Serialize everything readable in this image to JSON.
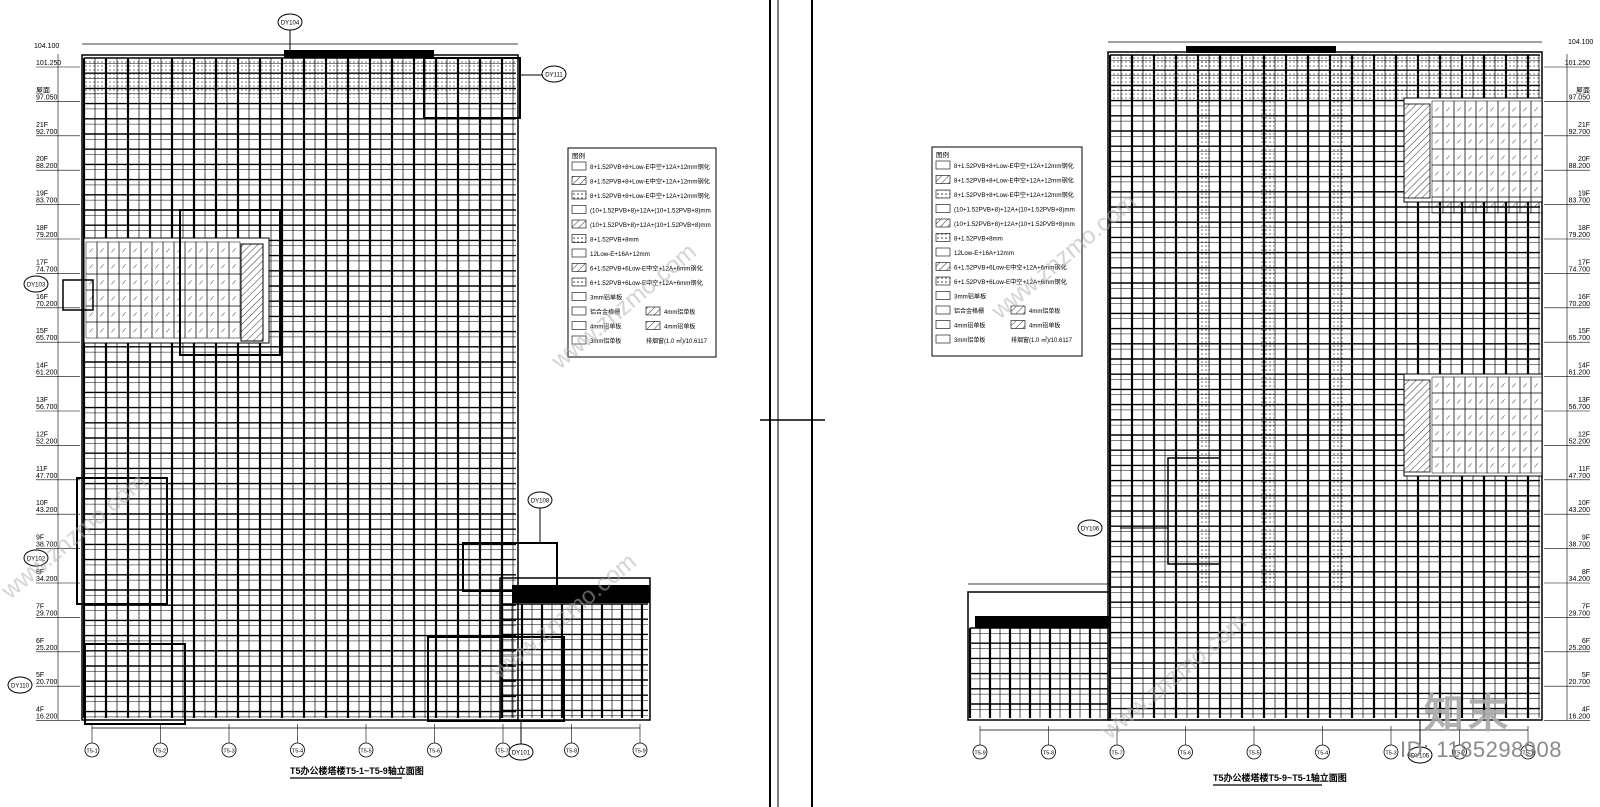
{
  "left_drawing": {
    "title": "T5办公楼塔楼T5-1~T5-9轴立面图",
    "top_level": "104.100",
    "level_marks": [
      {
        "floor": "",
        "elev": "101.250"
      },
      {
        "floor": "屋面",
        "elev": "97.050"
      },
      {
        "floor": "21F",
        "elev": "92.700"
      },
      {
        "floor": "20F",
        "elev": "88.200"
      },
      {
        "floor": "19F",
        "elev": "83.700"
      },
      {
        "floor": "18F",
        "elev": "79.200"
      },
      {
        "floor": "17F",
        "elev": "74.700"
      },
      {
        "floor": "16F",
        "elev": "70.200"
      },
      {
        "floor": "15F",
        "elev": "65.700"
      },
      {
        "floor": "14F",
        "elev": "61.200"
      },
      {
        "floor": "13F",
        "elev": "56.700"
      },
      {
        "floor": "12F",
        "elev": "52.200"
      },
      {
        "floor": "11F",
        "elev": "47.700"
      },
      {
        "floor": "10F",
        "elev": "43.200"
      },
      {
        "floor": "9F",
        "elev": "38.700"
      },
      {
        "floor": "8F",
        "elev": "34.200"
      },
      {
        "floor": "7F",
        "elev": "29.700"
      },
      {
        "floor": "6F",
        "elev": "25.200"
      },
      {
        "floor": "5F",
        "elev": "20.700"
      },
      {
        "floor": "4F",
        "elev": "16.200"
      }
    ],
    "callouts": [
      "DY104",
      "DY111",
      "DY103",
      "DY108",
      "DY102",
      "DY110",
      "DY101"
    ],
    "axis_labels": [
      "T5-1",
      "T5-2",
      "T5-3",
      "T5-4",
      "T5-5",
      "T5-6",
      "T5-7",
      "T5-8",
      "T5-9"
    ]
  },
  "right_drawing": {
    "title": "T5办公楼塔楼T5-9~T5-1轴立面图",
    "top_level": "104.100",
    "level_marks": [
      {
        "floor": "",
        "elev": "101.250"
      },
      {
        "floor": "屋面",
        "elev": "97.050"
      },
      {
        "floor": "21F",
        "elev": "92.700"
      },
      {
        "floor": "20F",
        "elev": "88.200"
      },
      {
        "floor": "19F",
        "elev": "83.700"
      },
      {
        "floor": "18F",
        "elev": "79.200"
      },
      {
        "floor": "17F",
        "elev": "74.700"
      },
      {
        "floor": "16F",
        "elev": "70.200"
      },
      {
        "floor": "15F",
        "elev": "65.700"
      },
      {
        "floor": "14F",
        "elev": "61.200"
      },
      {
        "floor": "13F",
        "elev": "56.700"
      },
      {
        "floor": "12F",
        "elev": "52.200"
      },
      {
        "floor": "11F",
        "elev": "47.700"
      },
      {
        "floor": "10F",
        "elev": "43.200"
      },
      {
        "floor": "9F",
        "elev": "38.700"
      },
      {
        "floor": "8F",
        "elev": "34.200"
      },
      {
        "floor": "7F",
        "elev": "29.700"
      },
      {
        "floor": "6F",
        "elev": "25.200"
      },
      {
        "floor": "5F",
        "elev": "20.700"
      },
      {
        "floor": "4F",
        "elev": "16.200"
      }
    ],
    "callouts": [
      "DY106",
      "DY105"
    ],
    "axis_labels": [
      "T5-9",
      "T5-8",
      "T5-7",
      "T5-6",
      "T5-5",
      "T5-4",
      "T5-3",
      "T5-2",
      "T5-1"
    ]
  },
  "legend": {
    "heading": "图例",
    "rows": [
      "8+1.52PVB+8+Low-E中空+12A+12mm钢化",
      "8+1.52PVB+8+Low-E中空+12A+12mm钢化",
      "8+1.52PVB+8+Low-E中空+12A+12mm钢化",
      "(10+1.52PVB+8)+12A+(10+1.52PVB+8)mm",
      "(10+1.52PVB+8)+12A+(10+1.52PVB+8)mm",
      "8+1.52PVB+8mm",
      "12Low-E+16A+12mm",
      "6+1.52PVB+6Low-E中空+12A+6mm钢化",
      "6+1.52PVB+6Low-E中空+12A+6mm钢化",
      "3mm铝单板"
    ],
    "grid_items": [
      "铝合金格栅",
      "4mm铝单板",
      "4mm铝单板",
      "4mm铝单板",
      "3mm铝单板"
    ],
    "note": "排烟窗(1.0 ㎡)/10.6117"
  },
  "watermark": {
    "site": "www.znzmo.com",
    "logo_text": "知末",
    "id_text": "ID: 1185298908"
  }
}
